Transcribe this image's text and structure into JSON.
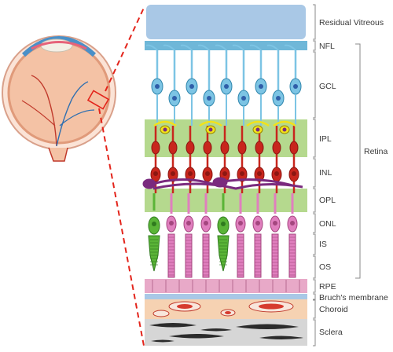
{
  "layers": [
    {
      "key": "residual_vitreous",
      "label": "Residual Vitreous"
    },
    {
      "key": "nfl",
      "label": "NFL"
    },
    {
      "key": "gcl",
      "label": "GCL"
    },
    {
      "key": "ipl",
      "label": "IPL"
    },
    {
      "key": "inl",
      "label": "INL"
    },
    {
      "key": "opl",
      "label": "OPL"
    },
    {
      "key": "onl",
      "label": "ONL"
    },
    {
      "key": "is",
      "label": "IS"
    },
    {
      "key": "os",
      "label": "OS"
    },
    {
      "key": "rpe",
      "label": "RPE"
    },
    {
      "key": "bruchs",
      "label": "Bruch's membrane"
    },
    {
      "key": "choroid",
      "label": "Choroid"
    },
    {
      "key": "sclera",
      "label": "Sclera"
    }
  ],
  "group_label": "Retina",
  "colors": {
    "vitreous": "#a9c8e6",
    "nfl": "#6fb7d8",
    "ganglion": "#7cc4e4",
    "plexiform": "#b5d98e",
    "bipolar": "#c8261d",
    "amacrine": "#f2e21a",
    "horizontal": "#7a2a7e",
    "rod": "#e07fbe",
    "cone": "#5ab437",
    "rpe": "#e8a9c8",
    "bruchs": "#a9c8e6",
    "choroid": "#f6d2b2",
    "sclera": "#d6d6d6",
    "zoom_outline": "#e3241b"
  },
  "icons": [
    "eye-cross-section-icon",
    "zoom-box-icon"
  ]
}
